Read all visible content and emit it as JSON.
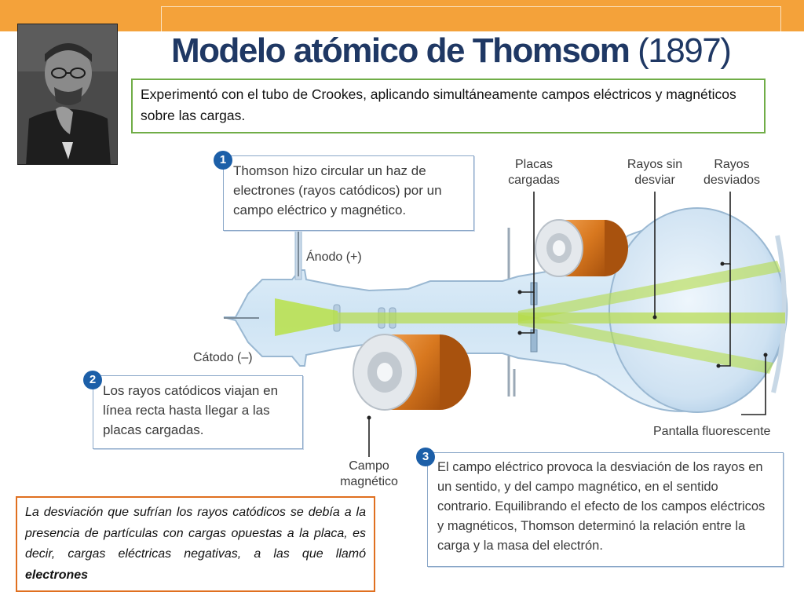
{
  "slide": {
    "title_main": "Modelo atómico de Thomsom",
    "title_year": "(1897)",
    "intro": "Experimentó con el tubo de Crookes, aplicando simultáneamente campos eléctricos y magnéticos sobre las cargas.",
    "conclusion_text": "La desviación que sufrían los rayos catódicos se debía a la presencia de partículas con cargas opuestas a la placa, es decir, cargas eléctricas negativas, a las que llamó",
    "conclusion_bold": "electrones"
  },
  "diagram": {
    "steps": [
      {
        "number": "1",
        "text": "Thomson hizo circular un haz de electrones (rayos catódicos) por un campo eléctrico y magnético."
      },
      {
        "number": "2",
        "text": "Los rayos catódicos viajan en línea recta hasta llegar a las placas cargadas."
      },
      {
        "number": "3",
        "text": "El campo eléctrico provoca la desviación de los rayos en un sentido, y del campo magnético, en el sentido contrario. Equilibrando el efecto de los campos eléctricos y magnéticos, Thomson determinó la relación entre la carga y la masa del electrón."
      }
    ],
    "labels": {
      "placas": "Placas cargadas",
      "rayos_sin_desviar": "Rayos sin desviar",
      "rayos_desviados": "Rayos desviados",
      "anodo": "Ánodo (+)",
      "catodo": "Cátodo (–)",
      "pantalla": "Pantalla fluorescente",
      "campo": "Campo magnético"
    }
  },
  "colors": {
    "header_orange": "#f4a23a",
    "title_navy": "#1f3864",
    "intro_border_green": "#70ad47",
    "conclusion_border_orange": "#e07020",
    "step_badge_blue": "#1c5fa8",
    "beam_green": "#a8d840",
    "coil_copper": "#d8781f"
  }
}
